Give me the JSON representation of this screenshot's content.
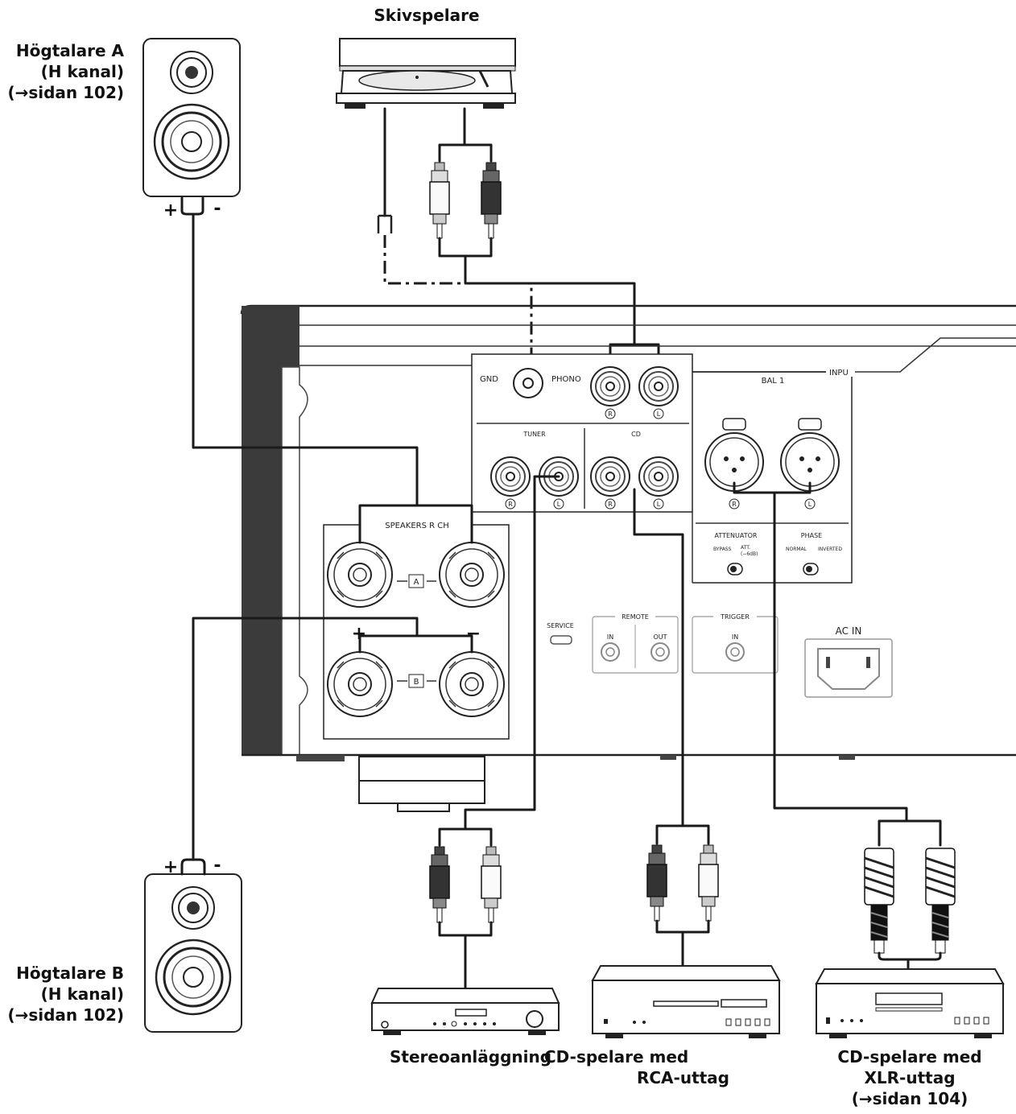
{
  "labels": {
    "turntable": "Skivspelare",
    "speaker_a": [
      "Högtalare A",
      "(H kanal)",
      "(→sidan 102)"
    ],
    "speaker_b": [
      "Högtalare B",
      "(H kanal)",
      "(→sidan 102)"
    ],
    "stereo": "Stereoanläggning",
    "cd_rca": [
      "CD-spelare med",
      "RCA-uttag"
    ],
    "cd_xlr": [
      "CD-spelare med",
      "XLR-uttag",
      "(→sidan 104)"
    ]
  },
  "panel": {
    "gnd": "GND",
    "phono": "PHONO",
    "tuner": "TUNER",
    "cd": "CD",
    "bal1": "BAL 1",
    "input": "INPU",
    "r": "R",
    "l": "L",
    "speakers": "SPEAKERS R CH",
    "a": "A",
    "b": "B",
    "plus": "+",
    "minus": "−",
    "attenuator": "ATTENUATOR",
    "bypass": "BYPASS",
    "att": "ATT.",
    "att_db": "(−6dB)",
    "phase": "PHASE",
    "normal": "NORMAL",
    "inverted": "INVERTED",
    "service": "SERVICE",
    "remote": "REMOTE",
    "in": "IN",
    "out": "OUT",
    "trigger": "TRIGGER",
    "acin": "AC IN"
  },
  "speaker_marks": {
    "plus": "+",
    "minus": "-"
  }
}
